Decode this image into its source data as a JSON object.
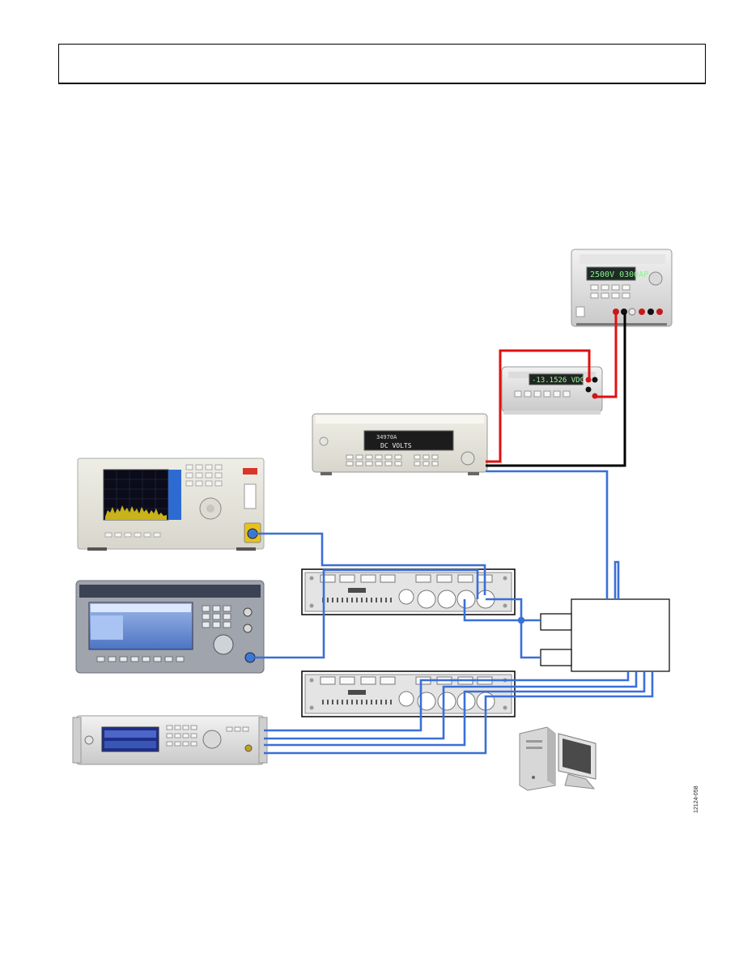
{
  "figure_id": "12124-058",
  "screens": {
    "power_supply": "2500V  0300AP",
    "multimeter": "-13.1526 VDC",
    "switch_controller_line1": "34970A",
    "switch_controller_line2": "DC VOLTS"
  },
  "colors": {
    "rf_cable": "#3a6fd8",
    "power_positive": "#e01010",
    "power_negative": "#000000",
    "frame": "#000000"
  },
  "icons": {
    "spectrum_analyzer": "spectrum-analyzer-icon",
    "signal_generator_1": "signal-generator-icon",
    "signal_generator_2": "signal-generator-icon",
    "power_supply": "power-supply-icon",
    "multimeter": "multimeter-icon",
    "switch_controller": "switch-controller-icon",
    "switch_unit_1": "switch-unit-icon",
    "switch_unit_2": "switch-unit-icon",
    "pc": "computer-icon"
  }
}
